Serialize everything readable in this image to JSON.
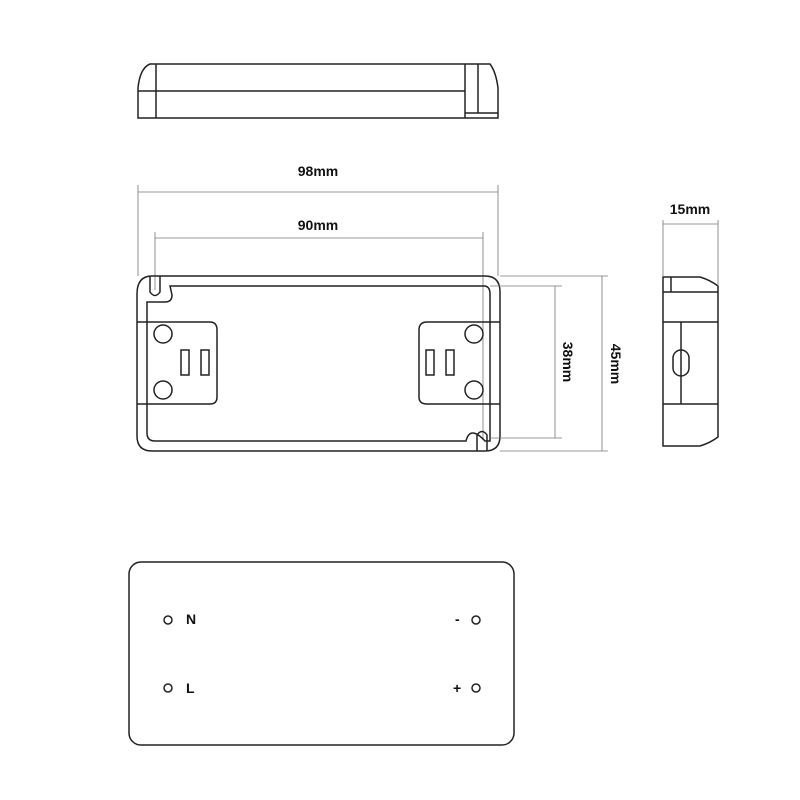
{
  "dimensions": {
    "length_outer": "98mm",
    "length_mount": "90mm",
    "width_inner": "38mm",
    "width_outer": "45mm",
    "height": "15mm"
  },
  "terminals": {
    "input_neutral": "N",
    "input_live": "L",
    "output_negative": "-",
    "output_positive": "+"
  }
}
